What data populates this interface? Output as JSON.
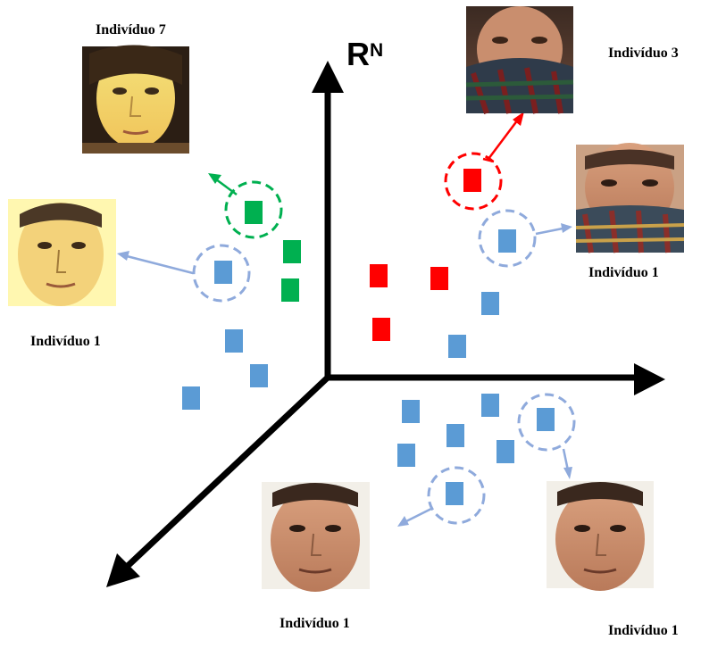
{
  "axis_label": {
    "main": "R",
    "superscript": "N"
  },
  "labels": {
    "individuo7": "Indivíduo 7",
    "individuo3": "Indivíduo 3",
    "individuo1_right": "Indivíduo 1",
    "individuo1_left": "Indivíduo 1",
    "individuo1_bottom_center": "Indivíduo 1",
    "individuo1_bottom_right": "Indivíduo 1"
  },
  "faces": [
    {
      "name": "face-individuo7",
      "description_icon": "face-photo-icon"
    },
    {
      "name": "face-individuo3-scarf",
      "description_icon": "face-photo-icon"
    },
    {
      "name": "face-individuo1-scarf",
      "description_icon": "face-photo-icon"
    },
    {
      "name": "face-individuo1-yellow",
      "description_icon": "face-photo-icon"
    },
    {
      "name": "face-individuo1-center",
      "description_icon": "face-photo-icon"
    },
    {
      "name": "face-individuo1-right",
      "description_icon": "face-photo-icon"
    }
  ],
  "colors": {
    "blue_point": "#5b9bd5",
    "red_point": "#ff0000",
    "green_point": "#00b050",
    "blue_circle": "#8faadc",
    "red_circle": "#ff0000",
    "green_circle": "#00b050",
    "axis": "#000000"
  }
}
